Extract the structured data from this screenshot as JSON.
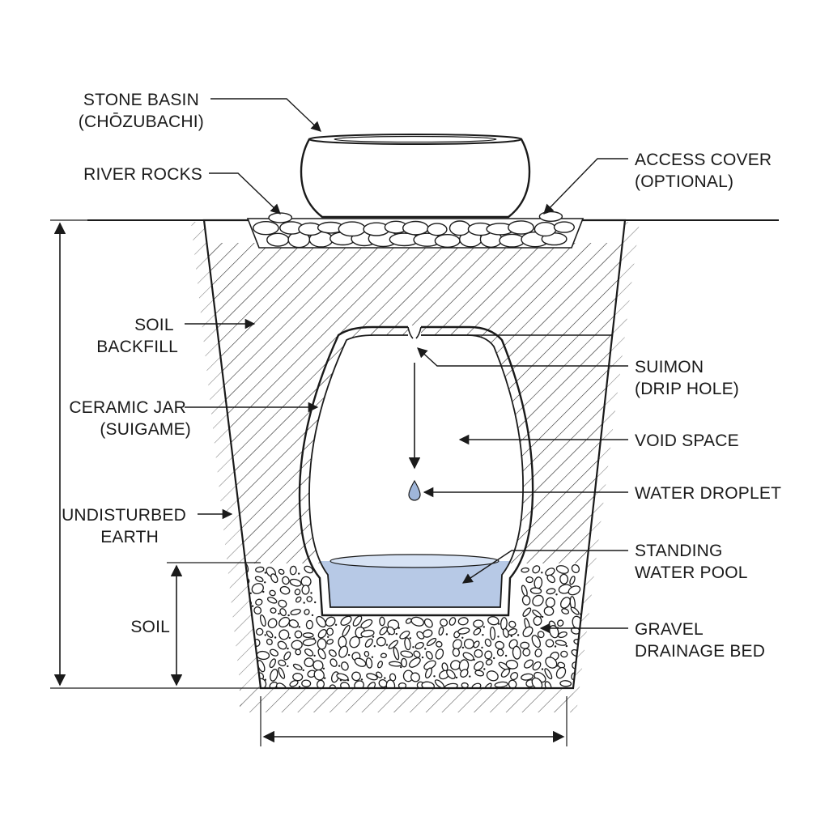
{
  "labels": {
    "stone_basin": [
      "STONE BASIN",
      "(CHŌZUBACHI)"
    ],
    "river_rocks": [
      "RIVER ROCKS"
    ],
    "access_cover": [
      "ACCESS COVER",
      "(OPTIONAL)"
    ],
    "soil_backfill": [
      "SOIL",
      "BACKFILL"
    ],
    "ceramic_jar": [
      "CERAMIC JAR",
      "(SUIGAME)"
    ],
    "suimon": [
      "SUIMON",
      "(DRIP HOLE)"
    ],
    "void_space": [
      "VOID SPACE"
    ],
    "water_droplet": [
      "WATER DROPLET"
    ],
    "undisturbed_earth": [
      "UNDISTURBED",
      "EARTH"
    ],
    "standing_water": [
      "STANDING",
      "WATER POOL"
    ],
    "soil": [
      "SOIL"
    ],
    "gravel_bed": [
      "GRAVEL",
      "DRAINAGE BED"
    ]
  },
  "colors": {
    "ink": "#1a1a1a",
    "water": "#b7c9e6",
    "water_surface": "#d6e2f4",
    "droplet": "#9fb6da",
    "background": "#ffffff"
  }
}
